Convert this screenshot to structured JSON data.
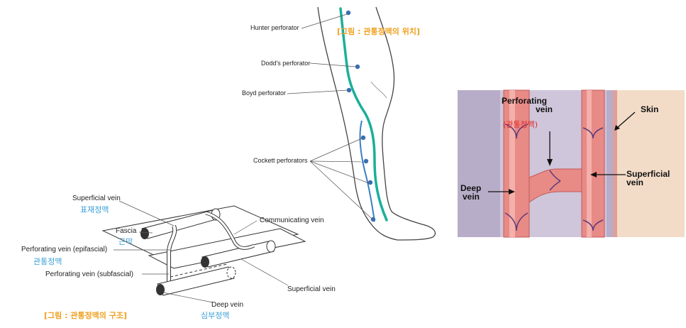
{
  "leg": {
    "labels": {
      "hunter": "Hunter perforator",
      "dodd": "Dodd's perforator",
      "boyd": "Boyd perforator",
      "cockett": "Cockett perforators"
    },
    "caption": "[그림 : 관통정맥의 위치]"
  },
  "structure": {
    "labels": {
      "superficial_vein": "Superficial vein",
      "superficial_vein_kr": "표재정맥",
      "fascia": "Fascia",
      "fascia_kr": "근막",
      "perforating_epi": "Perforating vein (epifascial)",
      "perforating_kr": "관통정맥",
      "perforating_sub": "Perforating vein (subfascial)",
      "communicating": "Communicating vein",
      "superficial_vein_right": "Superficial vein",
      "deep_vein": "Deep vein",
      "deep_vein_kr": "심부정맥"
    },
    "caption": "[그림 : 관통정맥의 구조]"
  },
  "panel": {
    "labels": {
      "perforating_1": "Perforating",
      "perforating_2": "vein",
      "perforating_kr": "(관통정맥)",
      "skin": "Skin",
      "deep_1": "Deep",
      "deep_2": "vein",
      "superficial_1": "Superficial",
      "superficial_2": "vein"
    }
  },
  "colors": {
    "teal_vein": "#1aaf9a",
    "blue_vein": "#3a7fc4",
    "dot": "#3a6fb0",
    "caption_orange": "#f0a020",
    "korean_blue": "#3a9fd6",
    "korean_red": "#e02828",
    "vessel_pink": "#e88a86",
    "panel_bg": "#b8adc8",
    "skin": "#f2dcc8"
  }
}
